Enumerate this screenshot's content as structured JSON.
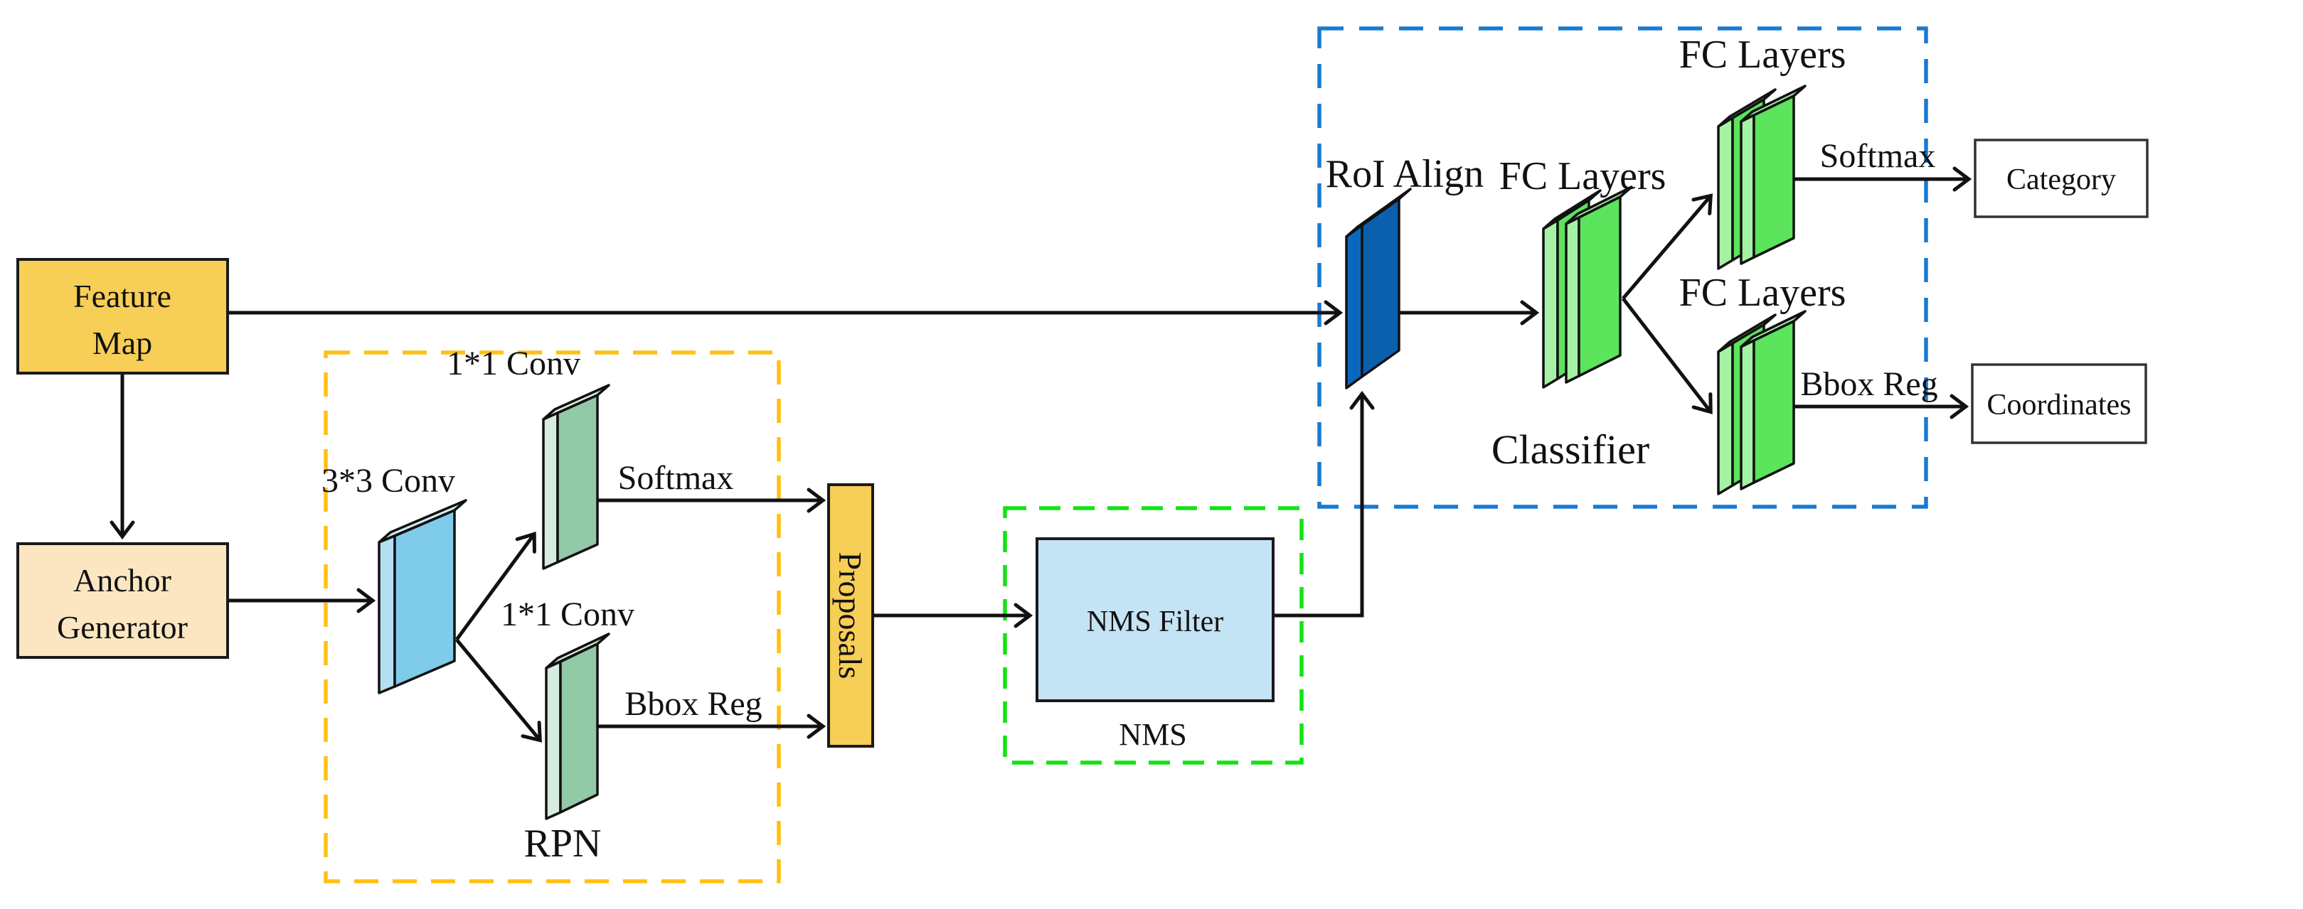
{
  "diagram": {
    "boxes": {
      "feature_map": {
        "lines": [
          "Feature",
          "Map"
        ]
      },
      "anchor_generator": {
        "lines": [
          "Anchor",
          "Generator"
        ]
      },
      "proposals": {
        "label": "Proposals"
      },
      "nms_filter": {
        "label": "NMS Filter"
      },
      "category": {
        "label": "Category"
      },
      "coordinates": {
        "label": "Coordinates"
      }
    },
    "groups": {
      "rpn": {
        "label": "RPN"
      },
      "nms": {
        "label": "NMS"
      },
      "classifier": {
        "label": "Classifier"
      }
    },
    "nodes": {
      "conv33": {
        "label": "3*3 Conv"
      },
      "conv11_top": {
        "label": "1*1 Conv"
      },
      "conv11_bottom": {
        "label": "1*1 Conv"
      },
      "roi_align": {
        "label": "RoI Align"
      },
      "fc_center": {
        "label": "FC Layers"
      },
      "fc_top_right": {
        "label": "FC Layers"
      },
      "fc_bottom_right": {
        "label": "FC Layers"
      }
    },
    "edges": {
      "softmax_rpn": {
        "label": "Softmax"
      },
      "bbox_rpn": {
        "label": "Bbox Reg"
      },
      "softmax_cls": {
        "label": "Softmax"
      },
      "bbox_cls": {
        "label": "Bbox Reg"
      }
    },
    "colors": {
      "box_yellow": "#F7CE56",
      "box_peach": "#FBE6C1",
      "box_lightblue": "#C4E3F5",
      "box_white": "#FFFFFF",
      "rpn_dash": "#FFC013",
      "rpn_label": "#FFB90A",
      "nms_dash": "#12E312",
      "classifier_dash": "#1A7AD0",
      "classifier_label": "#1878CC",
      "conv_blue_front": "#7FCBEA",
      "conv_blue_side": "#B5DFF2",
      "conv_blue_top": "#D3ECFA",
      "conv_green_front": "#92C9A6",
      "conv_green_side": "#D6ECDE",
      "fc_front": "#5CE45C",
      "fc_side": "#A5F2A5",
      "roi_front": "#0B60AE",
      "roi_side": "#0A68BC",
      "roi_top": "#2E9FF2",
      "line": "#111111"
    }
  }
}
